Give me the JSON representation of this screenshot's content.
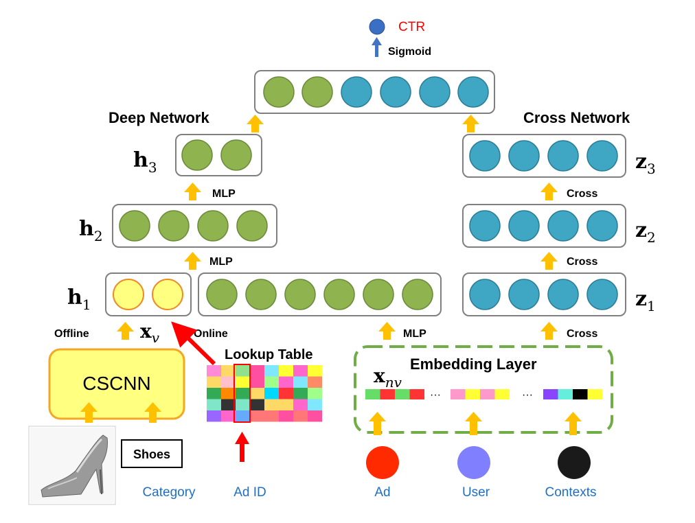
{
  "output": {
    "ctr_label": "CTR",
    "sigmoid_label": "Sigmoid"
  },
  "deep_network": {
    "title": "Deep Network",
    "mlp_label": "MLP"
  },
  "cross_network": {
    "title": "Cross Network",
    "cross_label": "Cross"
  },
  "layers": {
    "h1": "h",
    "h1_sub": "1",
    "h2": "h",
    "h2_sub": "2",
    "h3": "h",
    "h3_sub": "3",
    "z1": "z",
    "z1_sub": "1",
    "z2": "z",
    "z2_sub": "2",
    "z3": "z",
    "z3_sub": "3"
  },
  "inputs": {
    "offline": "Offline",
    "online": "Online",
    "xv": "x",
    "xv_sub": "v",
    "xnv": "x",
    "xnv_sub": "nv",
    "mlp_bottom": "MLP",
    "cross_bottom": "Cross",
    "cscnn": "CSCNN",
    "shoes": "Shoes",
    "lookup_table": "Lookup Table",
    "embedding_layer": "Embedding Layer",
    "ellipsis": "···"
  },
  "bottom_labels": {
    "category": "Category",
    "ad_id": "Ad ID",
    "ad": "Ad",
    "user": "User",
    "contexts": "Contexts"
  },
  "colors": {
    "deep": "#8fb34f",
    "cross": "#3fa6c4",
    "visual": "#ffff80",
    "arrow": "#ffc000",
    "ad": "#ff2a00",
    "user": "#8080ff",
    "contexts": "#1a1a1a",
    "ctr_node": "#3a6fc4"
  }
}
